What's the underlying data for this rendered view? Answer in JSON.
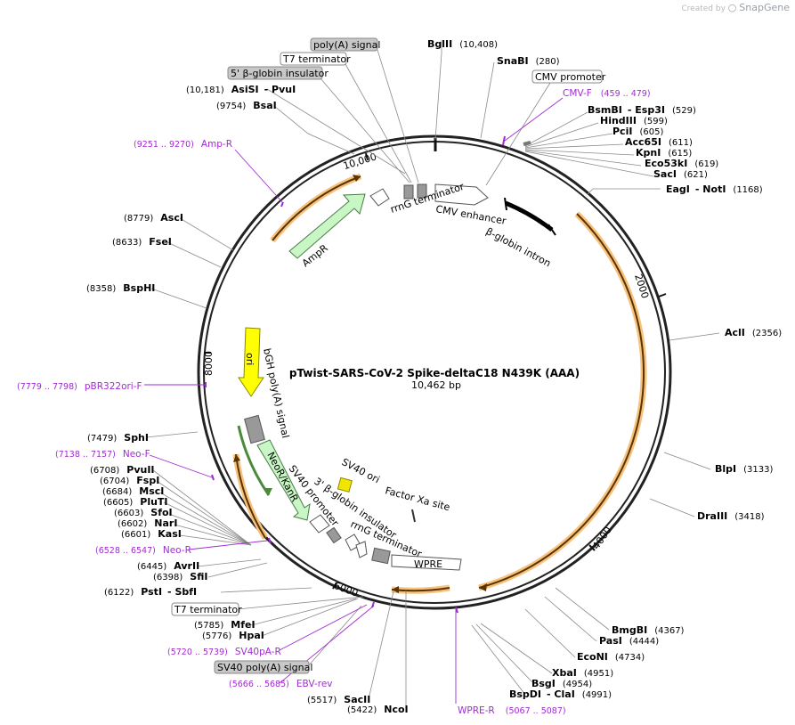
{
  "watermark": {
    "created_by": "Created by",
    "brand": "SnapGene"
  },
  "plasmid": {
    "name": "pTwist-SARS-CoV-2 Spike-deltaC18 N439K (AAA)",
    "length_label": "10,462 bp",
    "length": 10462
  },
  "tick_labels": [
    {
      "text": "10,000",
      "pos": 10000
    },
    {
      "text": "2000",
      "pos": 2000
    },
    {
      "text": "4000",
      "pos": 4000
    },
    {
      "text": "6000",
      "pos": 6000
    },
    {
      "text": "8000",
      "pos": 8000
    }
  ],
  "enzymes_right": [
    {
      "name": "BglII",
      "pos": "(10,408)"
    },
    {
      "name": "SnaBI",
      "pos": "(280)"
    },
    {
      "name": "BsmBI",
      "sep": "- Esp3I",
      "pos": "(529)"
    },
    {
      "name": "HindIII",
      "pos": "(599)"
    },
    {
      "name": "PciI",
      "pos": "(605)"
    },
    {
      "name": "Acc65I",
      "pos": "(611)"
    },
    {
      "name": "KpnI",
      "pos": "(615)"
    },
    {
      "name": "Eco53kI",
      "pos": "(619)"
    },
    {
      "name": "SacI",
      "pos": "(621)"
    },
    {
      "name": "EagI",
      "sep": "- NotI",
      "pos": "(1168)"
    },
    {
      "name": "AclI",
      "pos": "(2356)"
    },
    {
      "name": "BlpI",
      "pos": "(3133)"
    },
    {
      "name": "DraIII",
      "pos": "(3418)"
    },
    {
      "name": "BmgBI",
      "pos": "(4367)"
    },
    {
      "name": "PasI",
      "pos": "(4444)"
    },
    {
      "name": "EcoNI",
      "pos": "(4734)"
    },
    {
      "name": "XbaI",
      "pos": "(4951)"
    },
    {
      "name": "BsgI",
      "pos": "(4954)"
    },
    {
      "name": "BspDI",
      "sep": "- ClaI",
      "pos": "(4991)"
    }
  ],
  "enzymes_left": [
    {
      "name": "AsiSI",
      "sep": "- PvuI",
      "pos": "(10,181)"
    },
    {
      "name": "BsaI",
      "pos": "(9754)"
    },
    {
      "name": "AscI",
      "pos": "(8779)"
    },
    {
      "name": "FseI",
      "pos": "(8633)"
    },
    {
      "name": "BspHI",
      "pos": "(8358)"
    },
    {
      "name": "SphI",
      "pos": "(7479)"
    },
    {
      "name": "PvuII",
      "pos": "(6708)"
    },
    {
      "name": "FspI",
      "pos": "(6704)"
    },
    {
      "name": "MscI",
      "pos": "(6684)"
    },
    {
      "name": "PluTI",
      "pos": "(6605)"
    },
    {
      "name": "SfoI",
      "pos": "(6603)"
    },
    {
      "name": "NarI",
      "pos": "(6602)"
    },
    {
      "name": "KasI",
      "pos": "(6601)"
    },
    {
      "name": "AvrII",
      "pos": "(6445)"
    },
    {
      "name": "SfiI",
      "pos": "(6398)"
    },
    {
      "name": "PstI",
      "sep": "- SbfI",
      "pos": "(6122)"
    },
    {
      "name": "MfeI",
      "pos": "(5785)"
    },
    {
      "name": "HpaI",
      "pos": "(5776)"
    },
    {
      "name": "SacII",
      "pos": "(5517)"
    },
    {
      "name": "NcoI",
      "pos": "(5422)"
    }
  ],
  "primers": [
    {
      "name": "CMV-F",
      "pos": "(459 .. 479)"
    },
    {
      "name": "Amp-R",
      "pos": "(9251 .. 9270)"
    },
    {
      "name": "pBR322ori-F",
      "pos": "(7779 .. 7798)"
    },
    {
      "name": "Neo-F",
      "pos": "(7138 .. 7157)"
    },
    {
      "name": "Neo-R",
      "pos": "(6528 .. 6547)"
    },
    {
      "name": "SV40pA-R",
      "pos": "(5720 .. 5739)"
    },
    {
      "name": "EBV-rev",
      "pos": "(5666 .. 5685)"
    },
    {
      "name": "WPRE-R",
      "pos": "(5067 .. 5087)"
    }
  ],
  "boxed_labels": [
    {
      "text": "poly(A) signal",
      "style": "gray"
    },
    {
      "text": "T7 terminator",
      "style": "white"
    },
    {
      "text": "5' β-globin insulator",
      "style": "gray"
    },
    {
      "text": "CMV promoter",
      "style": "white"
    },
    {
      "text": "T7 terminator",
      "style": "white"
    },
    {
      "text": "SV40 poly(A) signal",
      "style": "gray"
    }
  ],
  "inner_features": [
    {
      "text": "rrnG terminator"
    },
    {
      "text": "CMV enhancer"
    },
    {
      "text": "β-globin intron"
    },
    {
      "text": "AmpR"
    },
    {
      "text": "ori"
    },
    {
      "text": "bGH poly(A) signal"
    },
    {
      "text": "NeoR/KanR"
    },
    {
      "text": "SV40 promoter"
    },
    {
      "text": "3' β-globin insulator"
    },
    {
      "text": "rrnG terminator"
    },
    {
      "text": "SV40 ori"
    },
    {
      "text": "Factor Xa site"
    },
    {
      "text": "WPRE"
    }
  ]
}
